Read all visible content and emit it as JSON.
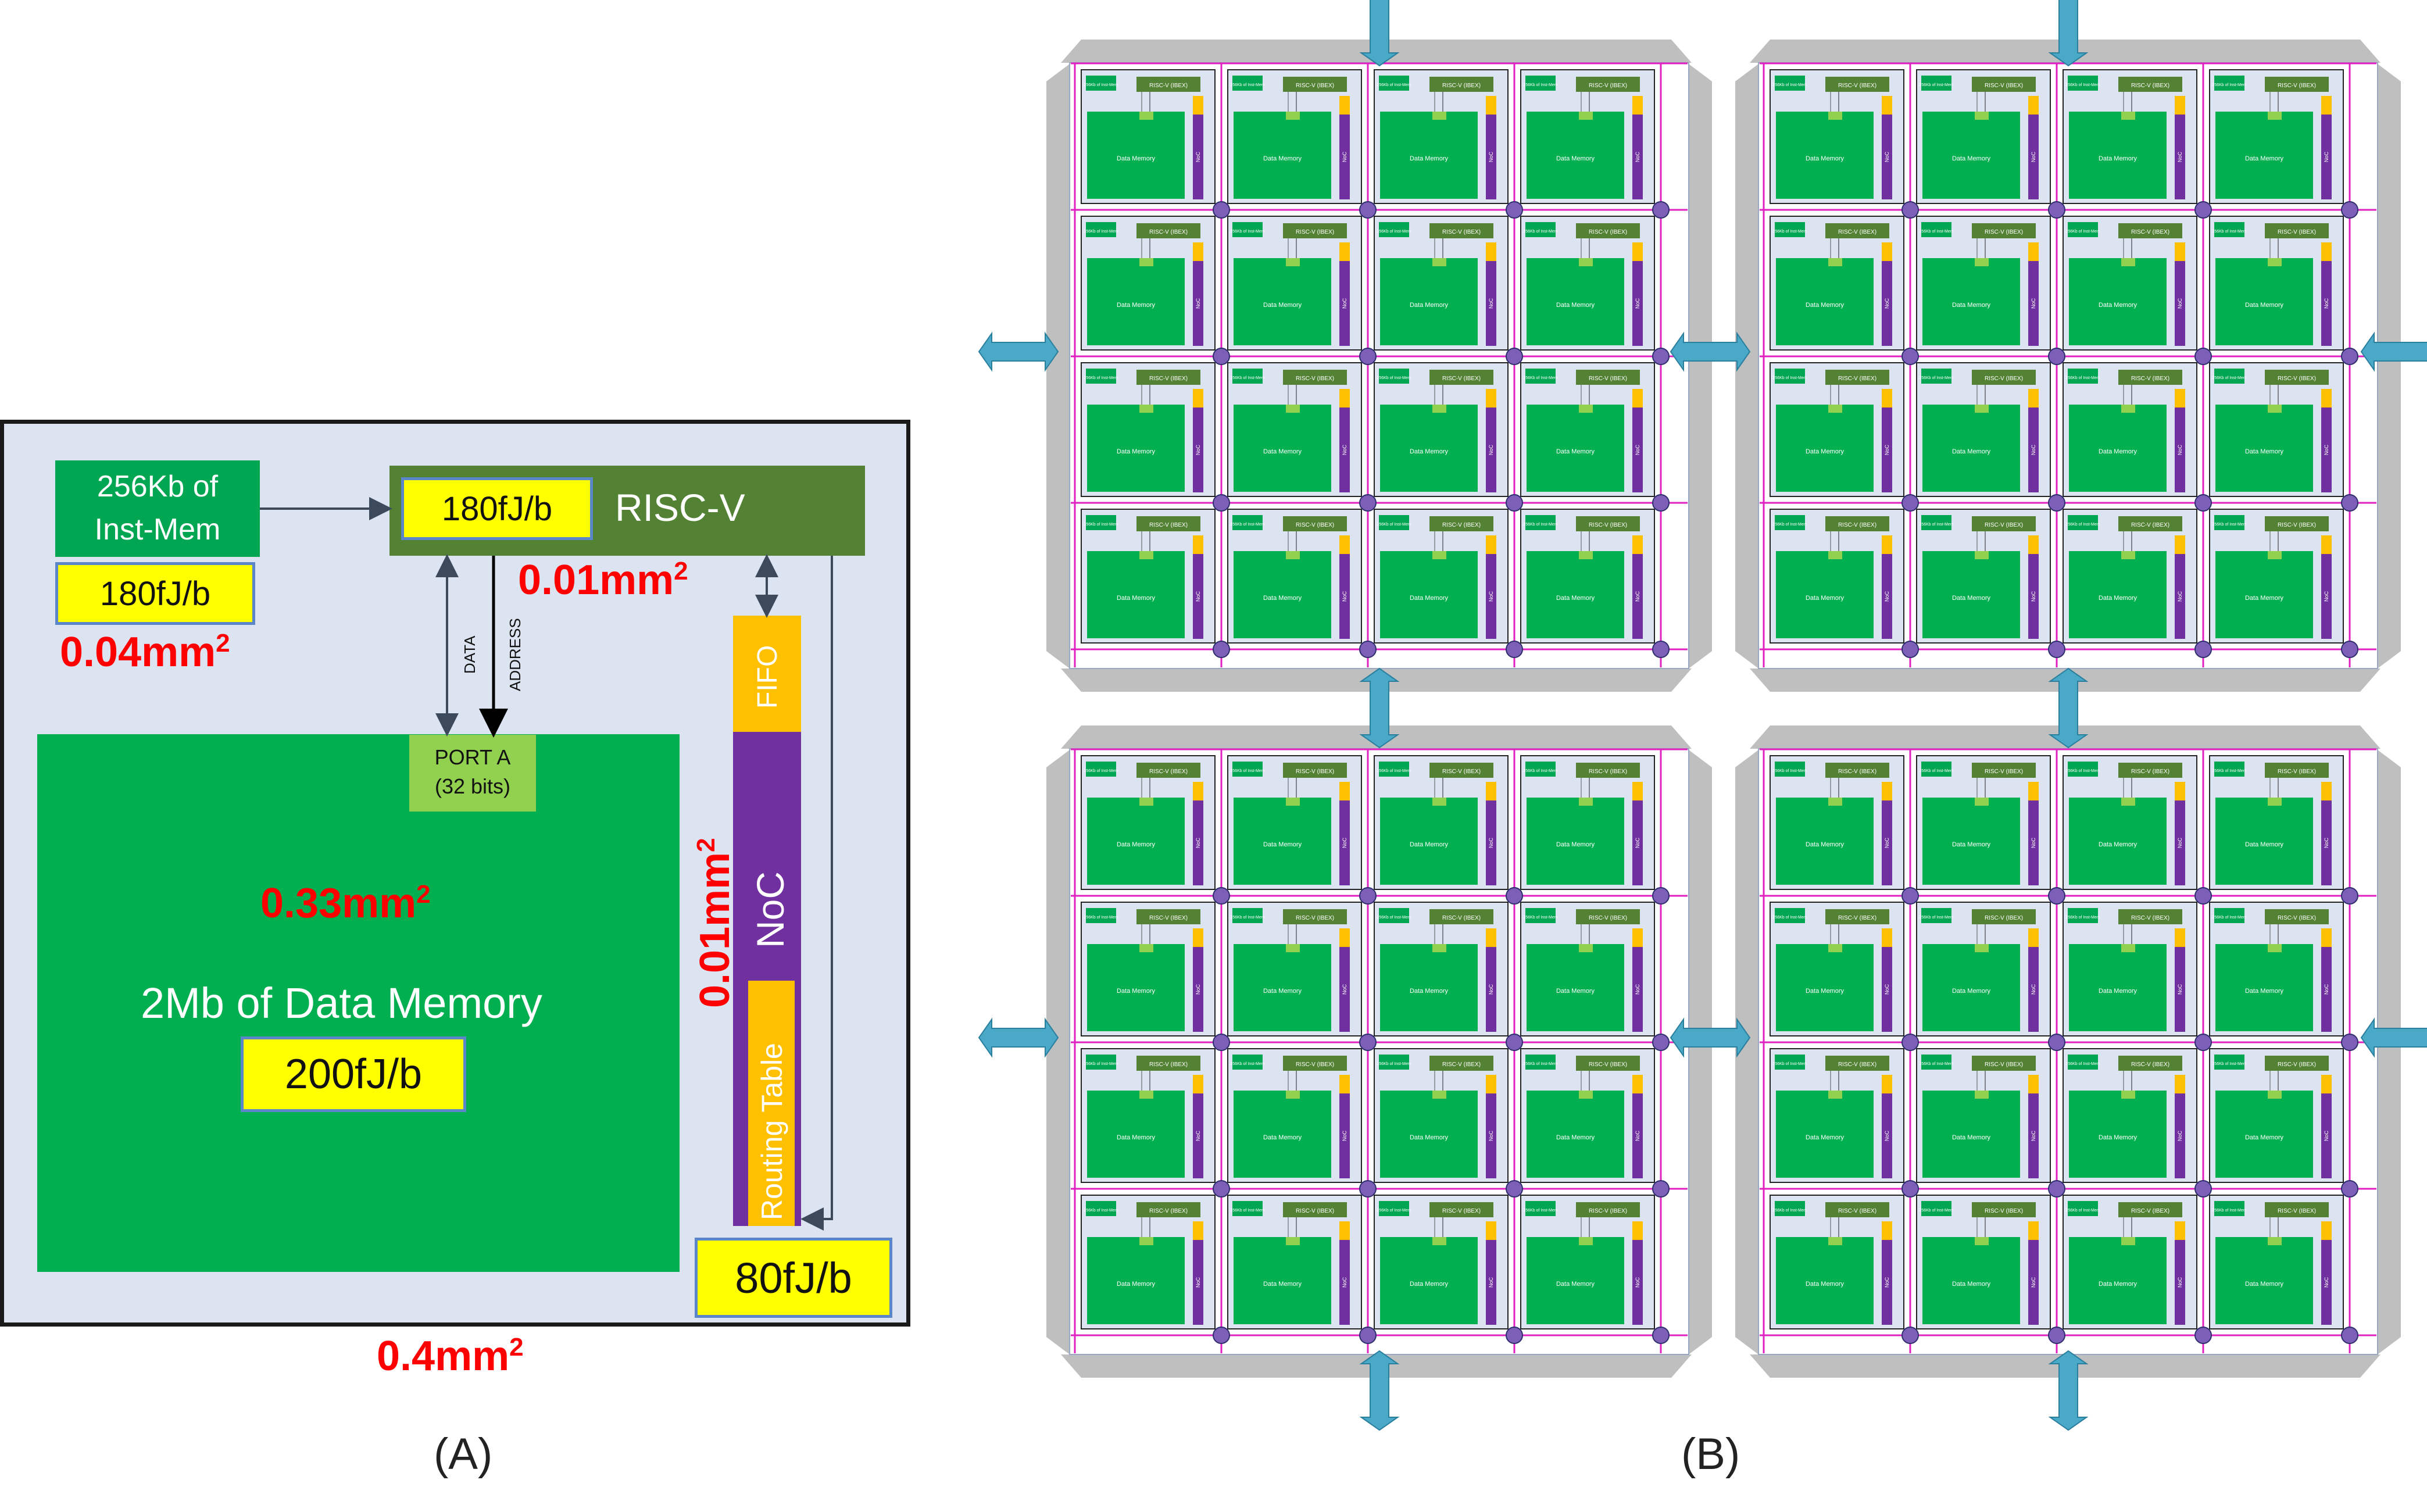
{
  "panel_a": {
    "inst_mem": {
      "line1": "256Kb of",
      "line2": "Inst-Mem",
      "energy": "180fJ/b",
      "area": "0.04mm",
      "area_sup": "2"
    },
    "risc_v": {
      "label": "RISC-V",
      "energy": "180fJ/b",
      "area": "0.01mm",
      "area_sup": "2"
    },
    "bus": {
      "data": "DATA",
      "address": "ADDRESS"
    },
    "port": {
      "line1": "PORT A",
      "line2": "(32 bits)"
    },
    "data_mem": {
      "label": "2Mb of Data Memory",
      "energy": "200fJ/b",
      "area": "0.33mm",
      "area_sup": "2"
    },
    "noc": {
      "fifo": "FIFO",
      "noc": "NoC",
      "routing": "Routing Table",
      "energy": "80fJ/b",
      "area": "0.01mm",
      "area_sup": "2"
    },
    "total_area": "0.4mm",
    "total_area_sup": "2",
    "caption": "(A)"
  },
  "panel_b": {
    "tile": {
      "risc": "RISC-V (IBEX)",
      "mem": "Data Memory",
      "noc": "NoC",
      "inst": "256Kb of Inst-Mem"
    },
    "caption": "(B)"
  },
  "colors": {
    "panel_bg": "#dce3f1",
    "risc_green": "#548235",
    "memory_green": "#00b050",
    "port_green": "#92d050",
    "noc_purple": "#7030a0",
    "fifo_orange": "#ffc000",
    "energy_yellow": "#ffff00",
    "area_red": "#ff0000",
    "mesh_link": "#e020c0",
    "io_arrow": "#4ba9c8",
    "io_frame": "#bfbfbf"
  }
}
